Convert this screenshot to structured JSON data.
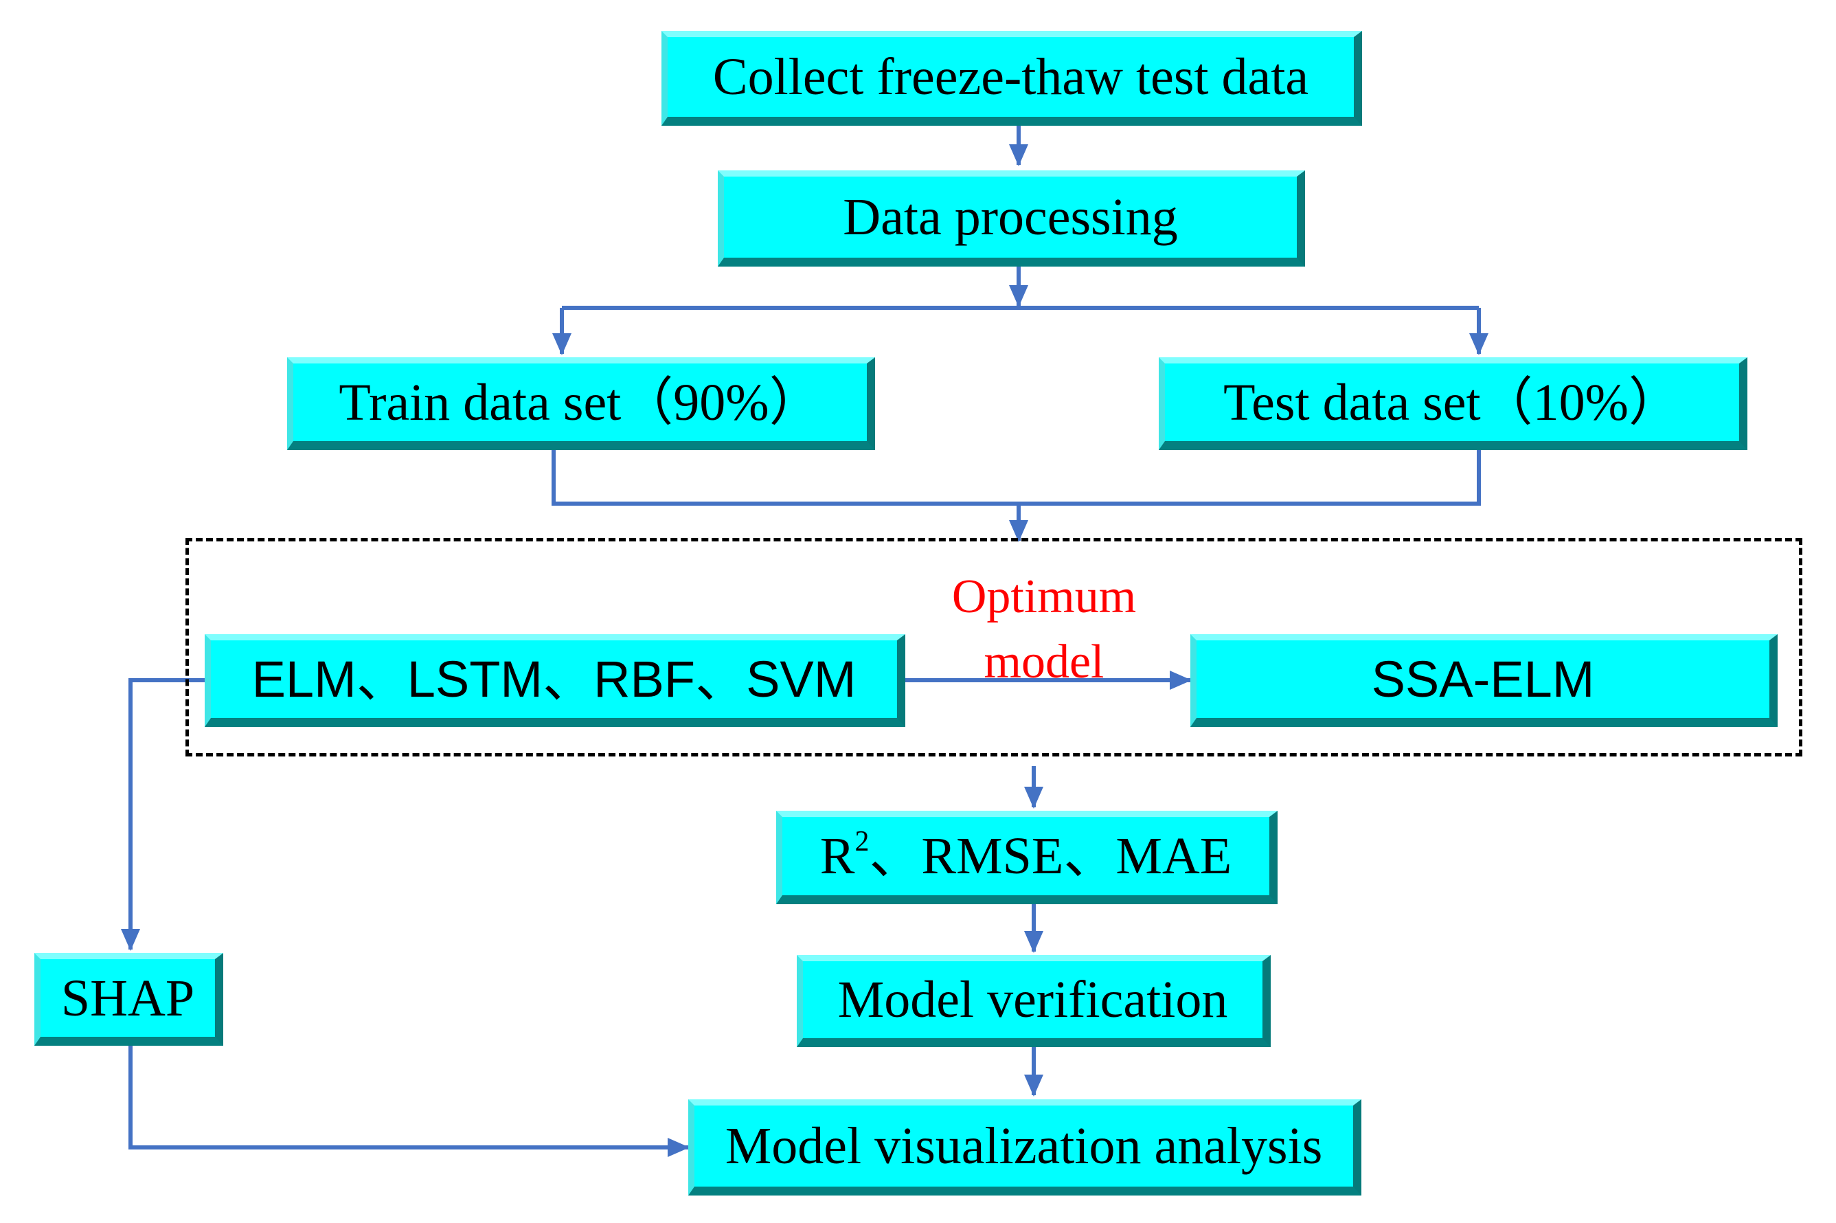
{
  "steps": {
    "collect": "Collect freeze-thaw test data",
    "processing": "Data processing",
    "train": "Train data set（90%）",
    "test": "Test data set（10%）",
    "models": "ELM、LSTM、RBF、SVM",
    "ssa_elm": "SSA-ELM",
    "metrics_r": "R",
    "metrics_sup": "2",
    "metrics_rest": "、RMSE、MAE",
    "verification": "Model verification",
    "shap": "SHAP",
    "visualization": "Model visualization analysis"
  },
  "annotation": {
    "line1": "Optimum",
    "line2": "model"
  },
  "colors": {
    "box_fill": "#00ffff",
    "box_shadow": "#067a7a",
    "arrow": "#4472c4",
    "annotation": "#ff0000",
    "dashed_frame": "#000000"
  }
}
